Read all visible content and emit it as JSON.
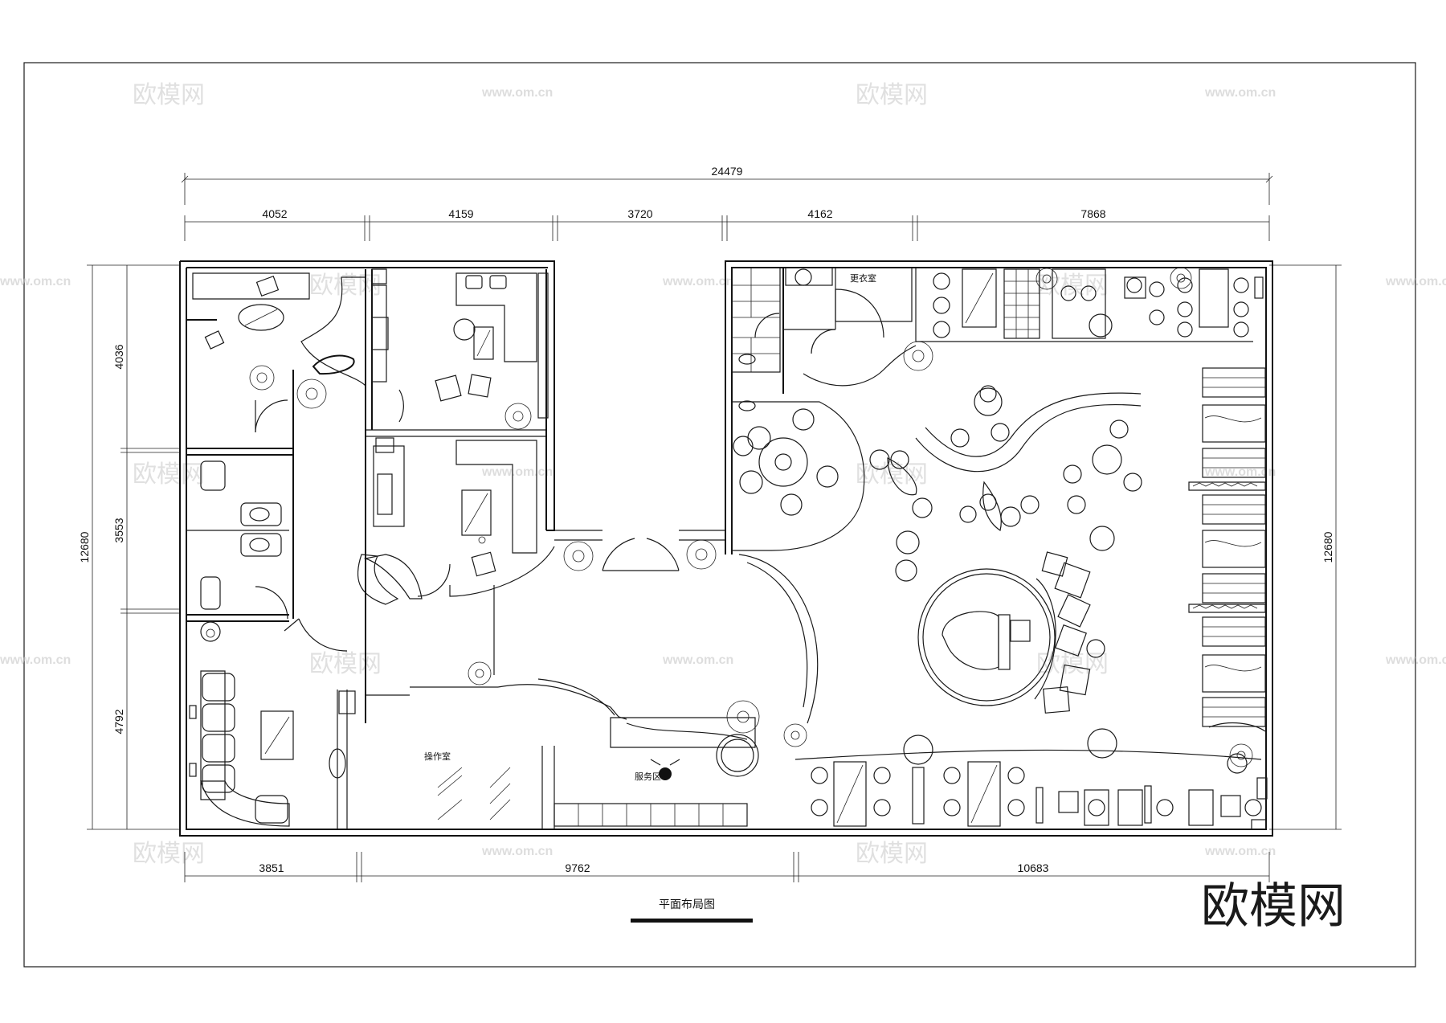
{
  "drawing": {
    "caption": "平面布局图",
    "brand": "欧模网"
  },
  "watermark": {
    "brand": "欧模网",
    "url": "www.om.cn"
  },
  "dimensions": {
    "top_total": "24479",
    "top_segments": [
      "4052",
      "4159",
      "3720",
      "4162",
      "7868"
    ],
    "left_segments": [
      "4036",
      "3553",
      "4792"
    ],
    "left_total": "12680",
    "right_total": "12680",
    "bottom_segments": [
      "3851",
      "9762",
      "10683"
    ]
  },
  "rooms": {
    "changing_room": "更衣室",
    "operation_room": "操作室",
    "service_area": "服务区"
  }
}
